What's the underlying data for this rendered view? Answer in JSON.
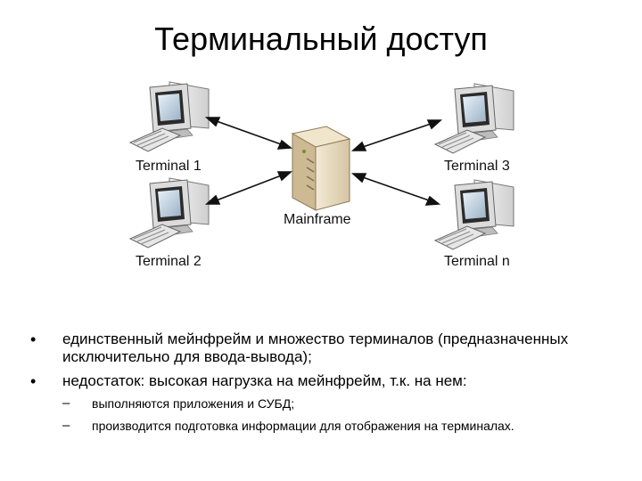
{
  "title": "Терминальный доступ",
  "diagram": {
    "nodes": {
      "terminal1": {
        "label": "Terminal 1",
        "icon": "computer-monitor-icon"
      },
      "terminal2": {
        "label": "Terminal 2",
        "icon": "computer-monitor-icon"
      },
      "terminal3": {
        "label": "Terminal 3",
        "icon": "computer-monitor-icon"
      },
      "terminaln": {
        "label": "Terminal n",
        "icon": "computer-monitor-icon"
      },
      "mainframe": {
        "label": "Mainframe",
        "icon": "server-tower-icon"
      }
    },
    "edges": [
      {
        "from": "terminal1",
        "to": "mainframe",
        "style": "bidirectional-arrow"
      },
      {
        "from": "terminal2",
        "to": "mainframe",
        "style": "bidirectional-arrow"
      },
      {
        "from": "terminal3",
        "to": "mainframe",
        "style": "bidirectional-arrow"
      },
      {
        "from": "terminaln",
        "to": "mainframe",
        "style": "bidirectional-arrow"
      }
    ]
  },
  "bullets": [
    {
      "text": "единственный мейнфрейм и множество терминалов (предназначенных исключительно для ввода-вывода);",
      "marker": "•"
    },
    {
      "text": "недостаток: высокая нагрузка на мейнфрейм, т.к. на нем:",
      "marker": "•",
      "sub": [
        {
          "text": "выполняются приложения и СУБД;",
          "marker": "–"
        },
        {
          "text": "производится подготовка информации для отображения на терминалах.",
          "marker": "–"
        }
      ]
    }
  ]
}
